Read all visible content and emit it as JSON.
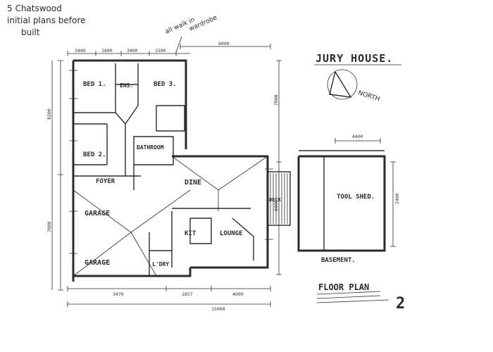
{
  "handwritten_note": {
    "line1": "5 Chatswood",
    "line2": "initial plans before",
    "line3": "built"
  },
  "walkin_note": {
    "line1": "all walk in",
    "line2": "wardrobe"
  },
  "title": "JURY HOUSE.",
  "north_label": "NORTH",
  "rooms": {
    "bed1": "BED 1.",
    "ens": "ENS.",
    "bed3": "BED 3.",
    "bed2": "BED 2.",
    "bathroom": "BATHROOM",
    "foyer": "FOYER",
    "dine": "DINE",
    "kit": "KIT",
    "lounge": "LOUNGE",
    "garage_upper": "GARAGE",
    "garage_lower": "GARAGE",
    "ldry": "L'DRY",
    "deck": "DECK",
    "tool_shed": "TOOL SHED.",
    "basement": "BASEMENT."
  },
  "dimensions": {
    "top_overall": "6000",
    "top_a": "3400",
    "top_b": "1800",
    "top_c": "3400",
    "top_d": "1500",
    "left_upper": "8200",
    "left_lower": "7000",
    "bottom_a": "3470",
    "bottom_b": "1857",
    "bottom_c": "4000",
    "bottom_overall": "15000",
    "right_a": "7000",
    "right_b": "6800",
    "shed_width": "4400",
    "shed_height": "2400"
  },
  "annotations": {
    "floor_plan": "FLOOR PLAN",
    "sheet_number": "2"
  }
}
